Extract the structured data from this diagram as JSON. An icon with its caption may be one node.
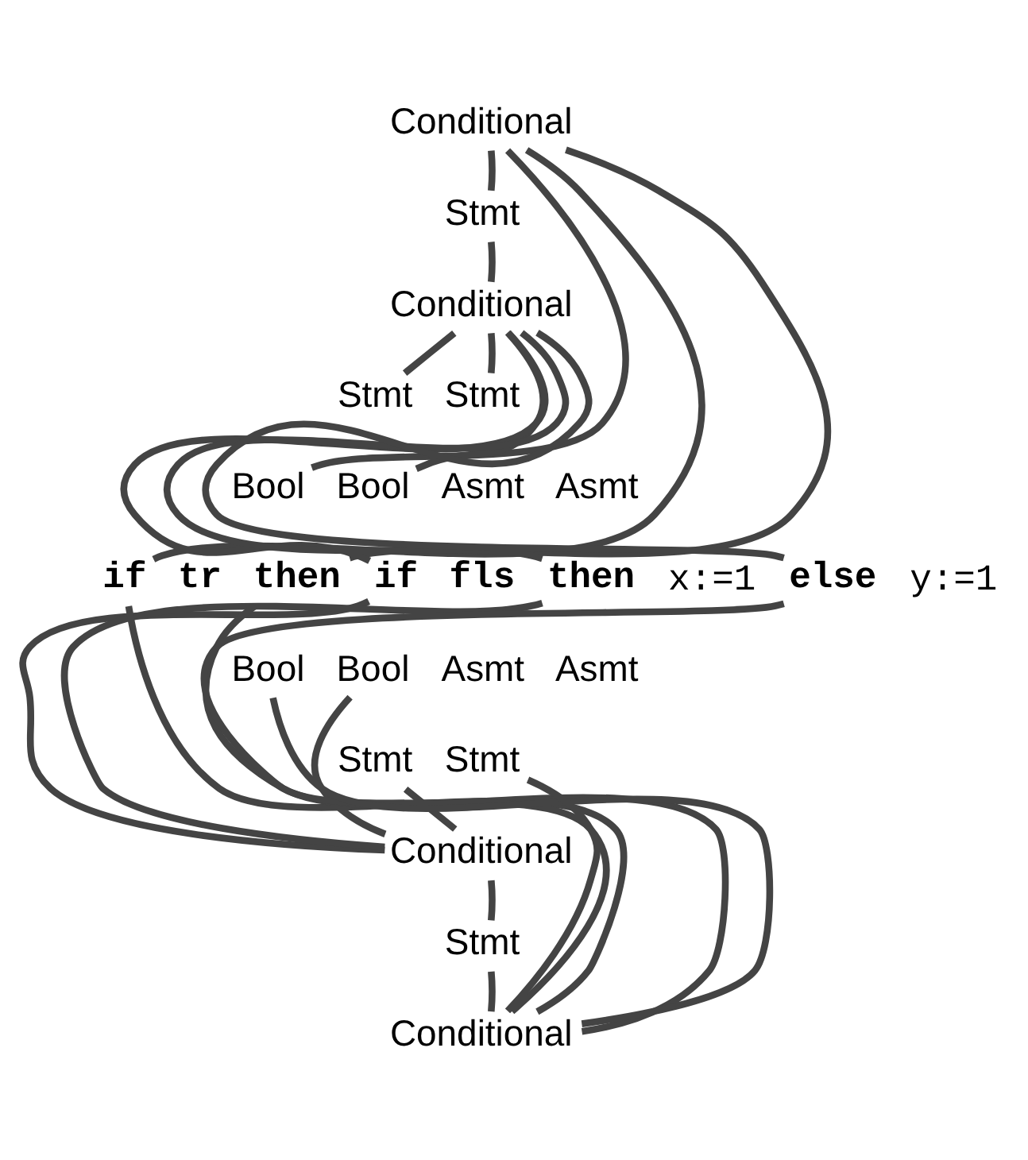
{
  "diagram": {
    "nodes": [
      {
        "text": [
          "Conditional"
        ]
      },
      {
        "text": [
          "Stmt"
        ]
      },
      {
        "text": [
          "Conditional"
        ]
      },
      {
        "text": [
          "Stmt"
        ]
      },
      {
        "text": [
          "Stmt"
        ]
      },
      {
        "text": [
          "Bool"
        ]
      },
      {
        "text": [
          "Bool"
        ]
      },
      {
        "text": [
          "if"
        ]
      },
      {
        "text": [
          "then"
        ]
      },
      {
        "text": [
          "if"
        ]
      },
      {
        "text": [
          "then"
        ]
      },
      {
        "text": [
          "else"
        ]
      },
      {
        "text": [
          "Bool"
        ]
      },
      {
        "text": [
          "Bool"
        ]
      },
      {
        "text": [
          "Stmt"
        ]
      },
      {
        "text": [
          "Stmt"
        ]
      },
      {
        "text": [
          "Conditional"
        ]
      },
      {
        "text": [
          "Stmt"
        ]
      },
      {
        "text": [
          "Conditional"
        ]
      }
    ],
    "edges": [
      {
        "from": 0,
        "to": 7,
        "arrow": "none"
      },
      {
        "from": 0,
        "to": 5,
        "arrow": "none"
      },
      {
        "from": 0,
        "to": 8,
        "arrow": "none"
      },
      {
        "from": 0,
        "to": 1,
        "arrow": "none"
      },
      {
        "from": 1,
        "to": 2,
        "arrow": "none"
      },
      {
        "from": 2,
        "to": 9,
        "arrow": "none"
      },
      {
        "from": 2,
        "to": 6,
        "arrow": "none"
      },
      {
        "from": 2,
        "to": 10,
        "arrow": "none"
      },
      {
        "from": 2,
        "to": 3,
        "arrow": "none"
      },
      {
        "from": 2,
        "to": 11,
        "arrow": "none"
      },
      {
        "from": 2,
        "to": 4,
        "arrow": "none"
      },
      {
        "from": 16,
        "to": 9,
        "arrow": "none"
      },
      {
        "from": 16,
        "to": 13,
        "arrow": "none"
      },
      {
        "from": 16,
        "to": 10,
        "arrow": "none"
      },
      {
        "from": 16,
        "to": 14,
        "arrow": "none"
      },
      {
        "from": 16,
        "to": 17,
        "arrow": "none"
      },
      {
        "from": 18,
        "to": 7,
        "arrow": "none"
      },
      {
        "from": 18,
        "to": 12,
        "arrow": "none"
      },
      {
        "from": 18,
        "to": 8,
        "arrow": "none"
      },
      {
        "from": 18,
        "to": 17,
        "arrow": "none"
      },
      {
        "from": 18,
        "to": 11,
        "arrow": "none"
      },
      {
        "from": 18,
        "to": 15,
        "arrow": "none"
      }
    ],
    "labels": [
      "Asmt",
      "Asmt",
      "tr",
      "fls",
      "x:=1",
      "y:=1",
      "Asmt",
      "Asmt"
    ]
  }
}
